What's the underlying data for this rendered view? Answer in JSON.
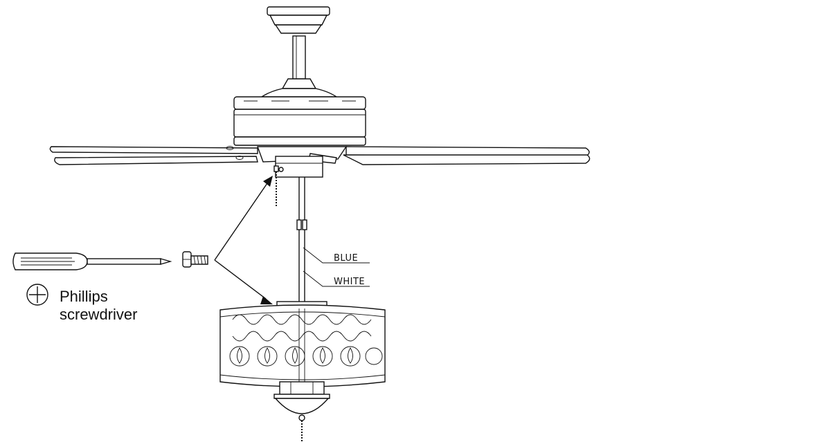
{
  "labels": {
    "wire_blue": "BLUE",
    "wire_white": "WHITE",
    "tool_line1": "Phillips",
    "tool_line2": "screwdriver"
  },
  "icons": {
    "tool_symbol": "phillips-cross-icon"
  }
}
